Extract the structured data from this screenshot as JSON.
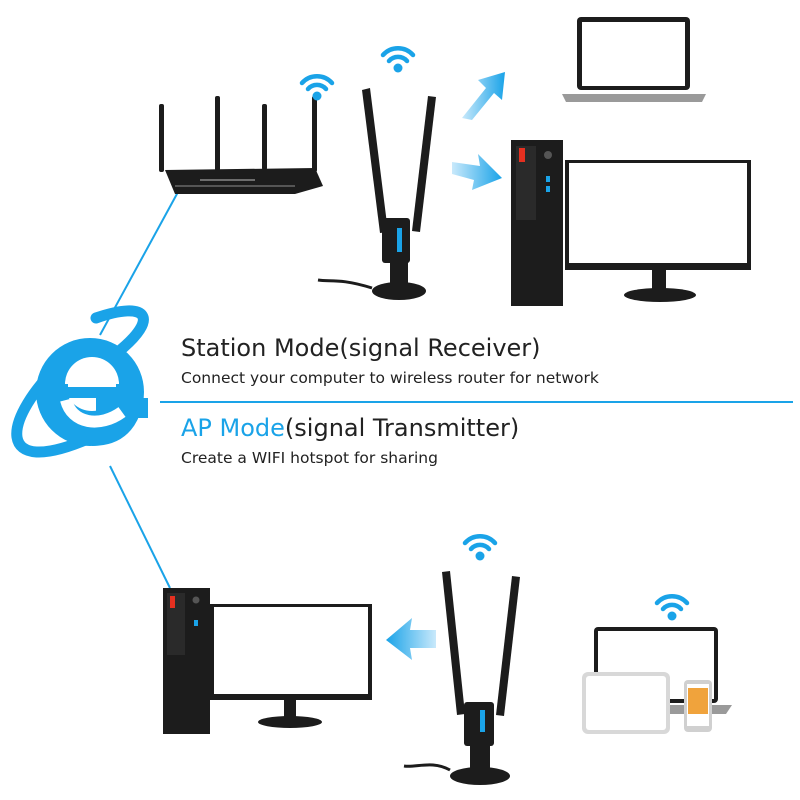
{
  "station": {
    "title": "Station Mode(signal Receiver)",
    "subtitle": "Connect your computer to wireless router for network"
  },
  "ap": {
    "title_highlight": "AP Mode",
    "title_rest": "(signal Transmitter)",
    "subtitle": "Create a WIFI hotspot for sharing"
  },
  "colors": {
    "accent": "#1aa3e8",
    "device_dark": "#1c1c1c",
    "screen": "#ffffff"
  },
  "icons": [
    "router-icon",
    "wifi-icon",
    "usb-wifi-adapter-icon",
    "arrow-icon",
    "laptop-icon",
    "desktop-pc-icon",
    "monitor-icon",
    "internet-explorer-logo",
    "tablet-icon",
    "phone-icon"
  ]
}
